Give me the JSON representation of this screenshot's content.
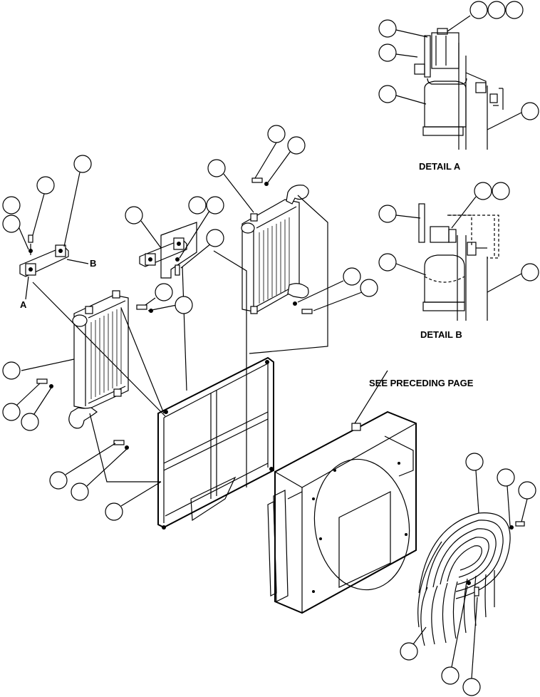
{
  "labels": {
    "detail_a": "DETAIL A",
    "detail_b": "DETAIL B",
    "see_preceding": "SEE PRECEDING PAGE",
    "marker_a": "A",
    "marker_b": "B"
  },
  "colors": {
    "line": "#000000",
    "background": "#ffffff"
  }
}
